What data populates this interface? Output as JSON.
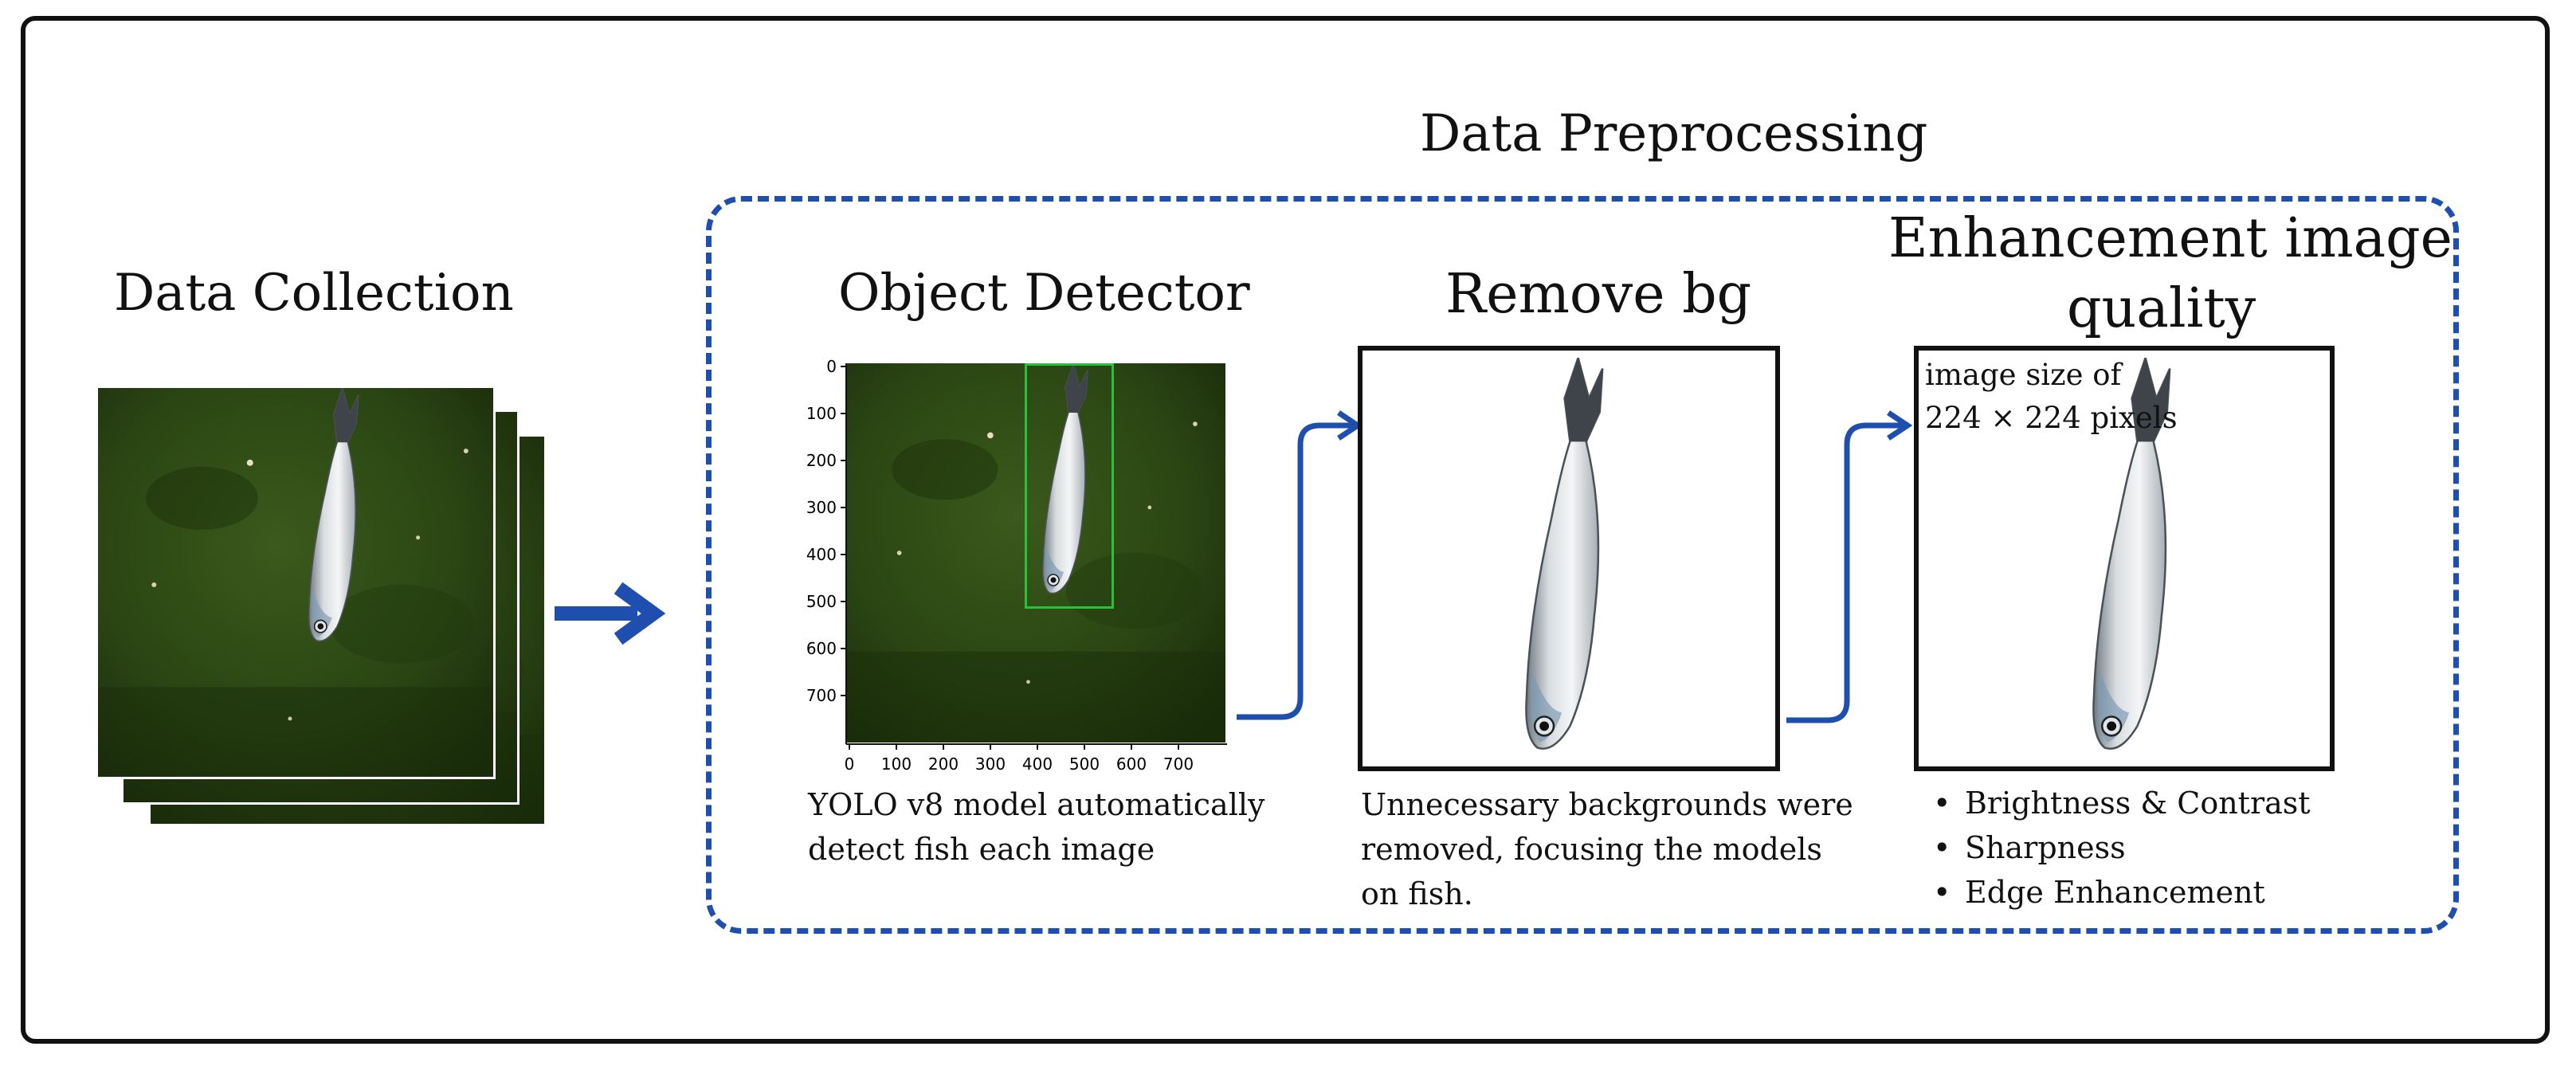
{
  "section_title": "Data Preprocessing",
  "collection": {
    "title": "Data Collection"
  },
  "detector": {
    "title": "Object Detector",
    "desc_line1": "YOLO v8 model automatically",
    "desc_line2": "detect fish each image",
    "y_ticks": [
      "0",
      "100",
      "200",
      "300",
      "400",
      "500",
      "600",
      "700"
    ],
    "x_ticks": [
      "0",
      "100",
      "200",
      "300",
      "400",
      "500",
      "600",
      "700"
    ],
    "box_color": "#28c23a"
  },
  "remove_bg": {
    "title": "Remove bg",
    "desc_line1": "Unnecessary backgrounds were",
    "desc_line2": "removed, focusing the models",
    "desc_line3": "on fish."
  },
  "enhance": {
    "title_line1": "Enhancement image",
    "title_line2": "quality",
    "note_line1": "image size of",
    "note_line2": "224 × 224 pixels",
    "bullets": [
      "Brightness & Contrast",
      "Sharpness",
      "Edge Enhancement"
    ]
  },
  "colors": {
    "accent": "#1f4fae",
    "water": "#2a4513",
    "frame": "#111111"
  }
}
